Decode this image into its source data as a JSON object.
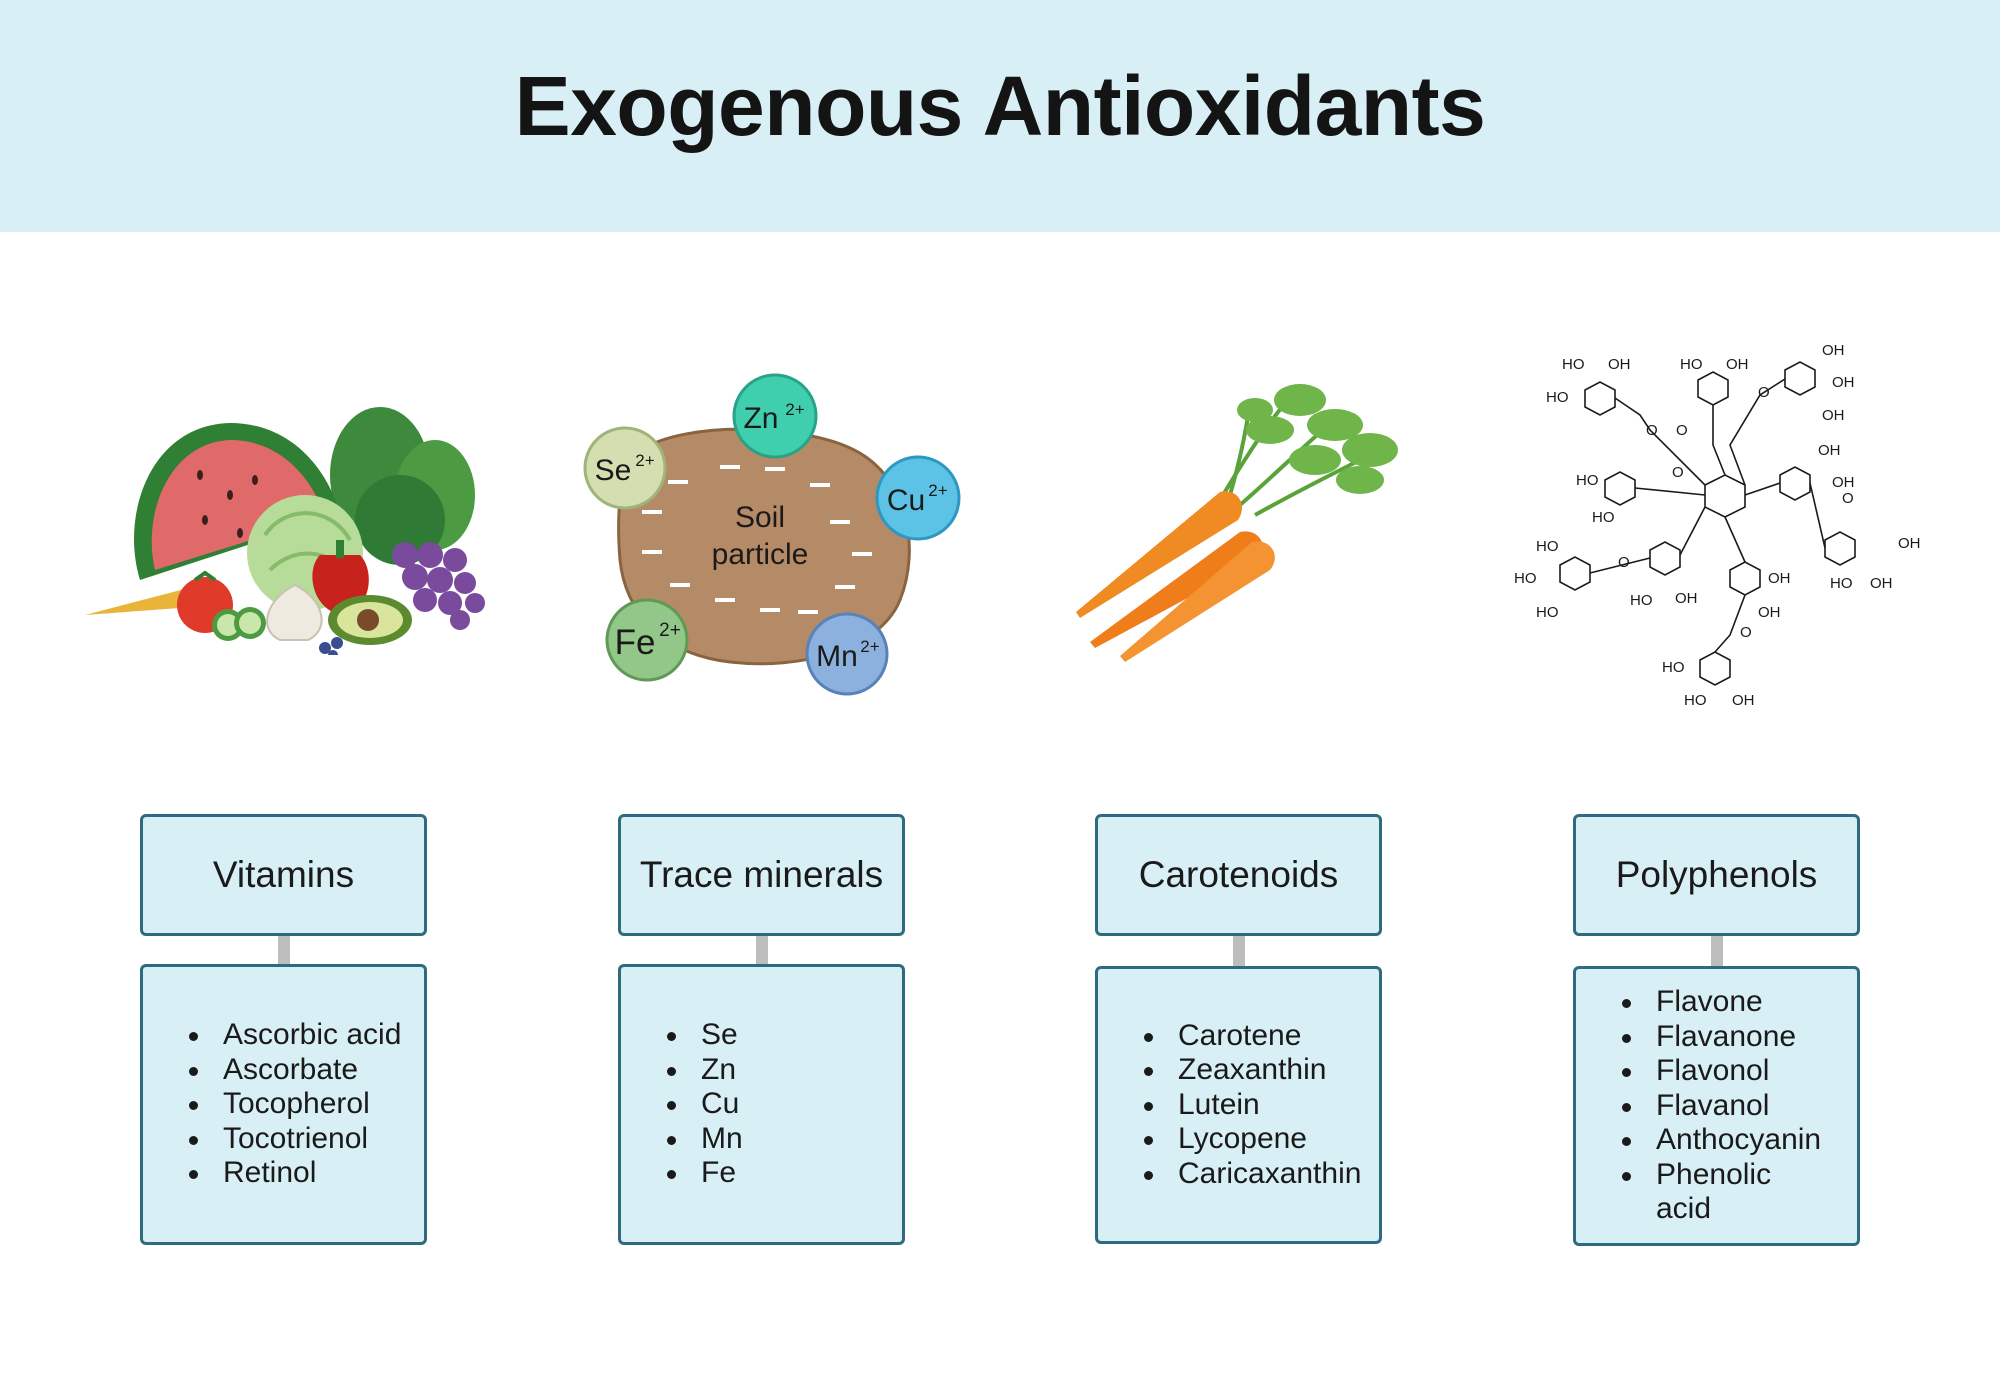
{
  "header": {
    "title": "Exogenous Antioxidants"
  },
  "soil": {
    "line1": "Soil",
    "line2": "particle",
    "ions": [
      {
        "symbol": "Zn",
        "charge": "2+",
        "color": "#3fcfae"
      },
      {
        "symbol": "Se",
        "charge": "2+",
        "color": "#d4deb0"
      },
      {
        "symbol": "Cu",
        "charge": "2+",
        "color": "#5cc3e6"
      },
      {
        "symbol": "Fe",
        "charge": "2+",
        "color": "#93c78a"
      },
      {
        "symbol": "Mn",
        "charge": "2+",
        "color": "#8cb1de"
      }
    ]
  },
  "chem": {
    "hydroxyl": "OH",
    "hydroxyl_rev": "HO",
    "oxygen": "O"
  },
  "categories": [
    {
      "title": "Vitamins",
      "items": [
        "Ascorbic acid",
        "Ascorbate",
        "Tocopherol",
        "Tocotrienol",
        "Retinol"
      ]
    },
    {
      "title": "Trace minerals",
      "items": [
        "Se",
        "Zn",
        "Cu",
        "Mn",
        "Fe"
      ]
    },
    {
      "title": "Carotenoids",
      "items": [
        "Carotene",
        "Zeaxanthin",
        "Lutein",
        "Lycopene",
        "Caricaxanthin"
      ]
    },
    {
      "title": "Polyphenols",
      "items": [
        "Flavone",
        "Flavanone",
        "Flavonol",
        "Flavanol",
        "Anthocyanin",
        "Phenolic acid"
      ]
    }
  ],
  "colors": {
    "header_bg": "#d8eff5",
    "box_bg": "#d8eff5",
    "box_border": "#2f6b7e",
    "connector": "#bdbdbd"
  }
}
